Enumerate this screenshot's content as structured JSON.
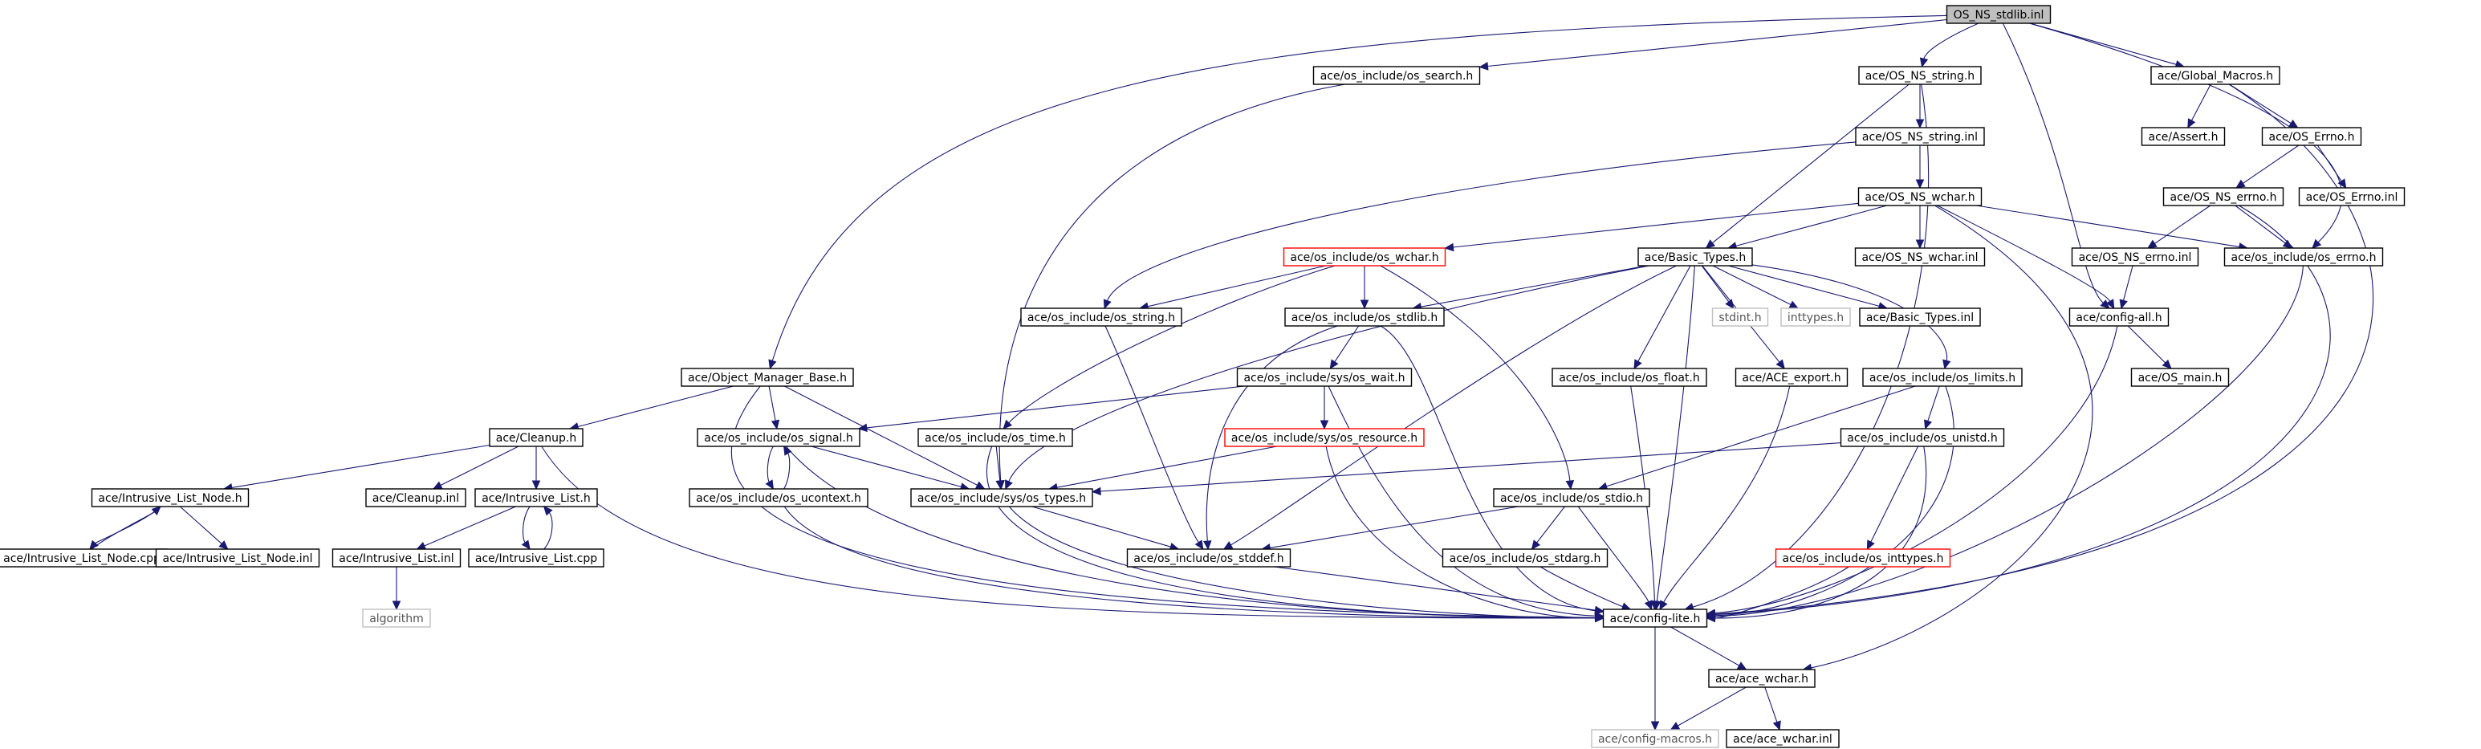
{
  "diagram": {
    "type": "include-dependency-graph",
    "colors": {
      "edge": "#191970",
      "node_border": "#000000",
      "root_fill": "#bfbfbf",
      "node_fill": "#ffffff",
      "truncated_border": "#ff0000",
      "missing_border": "#bfbfbf"
    },
    "nodes": [
      {
        "id": "root",
        "label": "OS_NS_stdlib.inl",
        "kind": "root"
      },
      {
        "id": "os_search",
        "label": "ace/os_include/os_search.h",
        "kind": "normal"
      },
      {
        "id": "OS_NS_string_h",
        "label": "ace/OS_NS_string.h",
        "kind": "normal"
      },
      {
        "id": "Global_Macros",
        "label": "ace/Global_Macros.h",
        "kind": "normal"
      },
      {
        "id": "OS_NS_string_inl",
        "label": "ace/OS_NS_string.inl",
        "kind": "normal"
      },
      {
        "id": "Assert",
        "label": "ace/Assert.h",
        "kind": "normal"
      },
      {
        "id": "OS_Errno_h",
        "label": "ace/OS_Errno.h",
        "kind": "normal"
      },
      {
        "id": "OS_NS_wchar_h",
        "label": "ace/OS_NS_wchar.h",
        "kind": "normal"
      },
      {
        "id": "OS_NS_errno_h",
        "label": "ace/OS_NS_errno.h",
        "kind": "normal"
      },
      {
        "id": "OS_Errno_inl",
        "label": "ace/OS_Errno.inl",
        "kind": "normal"
      },
      {
        "id": "os_wchar",
        "label": "ace/os_include/os_wchar.h",
        "kind": "truncated"
      },
      {
        "id": "Basic_Types_h",
        "label": "ace/Basic_Types.h",
        "kind": "normal"
      },
      {
        "id": "OS_NS_wchar_inl",
        "label": "ace/OS_NS_wchar.inl",
        "kind": "normal"
      },
      {
        "id": "OS_NS_errno_inl",
        "label": "ace/OS_NS_errno.inl",
        "kind": "normal"
      },
      {
        "id": "os_errno",
        "label": "ace/os_include/os_errno.h",
        "kind": "normal"
      },
      {
        "id": "os_string",
        "label": "ace/os_include/os_string.h",
        "kind": "normal"
      },
      {
        "id": "os_stdlib",
        "label": "ace/os_include/os_stdlib.h",
        "kind": "normal"
      },
      {
        "id": "stdint",
        "label": "stdint.h",
        "kind": "missing"
      },
      {
        "id": "inttypes",
        "label": "inttypes.h",
        "kind": "missing"
      },
      {
        "id": "Basic_Types_inl",
        "label": "ace/Basic_Types.inl",
        "kind": "normal"
      },
      {
        "id": "config_all",
        "label": "ace/config-all.h",
        "kind": "normal"
      },
      {
        "id": "Object_Manager_Base",
        "label": "ace/Object_Manager_Base.h",
        "kind": "normal"
      },
      {
        "id": "os_wait",
        "label": "ace/os_include/sys/os_wait.h",
        "kind": "normal"
      },
      {
        "id": "os_float",
        "label": "ace/os_include/os_float.h",
        "kind": "normal"
      },
      {
        "id": "ACE_export",
        "label": "ace/ACE_export.h",
        "kind": "normal"
      },
      {
        "id": "os_limits",
        "label": "ace/os_include/os_limits.h",
        "kind": "normal"
      },
      {
        "id": "OS_main",
        "label": "ace/OS_main.h",
        "kind": "normal"
      },
      {
        "id": "Cleanup_h",
        "label": "ace/Cleanup.h",
        "kind": "normal"
      },
      {
        "id": "os_signal",
        "label": "ace/os_include/os_signal.h",
        "kind": "normal"
      },
      {
        "id": "os_time",
        "label": "ace/os_include/os_time.h",
        "kind": "normal"
      },
      {
        "id": "os_resource",
        "label": "ace/os_include/sys/os_resource.h",
        "kind": "truncated"
      },
      {
        "id": "os_unistd",
        "label": "ace/os_include/os_unistd.h",
        "kind": "normal"
      },
      {
        "id": "Intrusive_List_Node_h",
        "label": "ace/Intrusive_List_Node.h",
        "kind": "normal"
      },
      {
        "id": "Cleanup_inl",
        "label": "ace/Cleanup.inl",
        "kind": "normal"
      },
      {
        "id": "Intrusive_List_h",
        "label": "ace/Intrusive_List.h",
        "kind": "normal"
      },
      {
        "id": "os_types",
        "label": "ace/os_include/sys/os_types.h",
        "kind": "normal"
      },
      {
        "id": "os_ucontext",
        "label": "ace/os_include/os_ucontext.h",
        "kind": "normal"
      },
      {
        "id": "os_stdio",
        "label": "ace/os_include/os_stdio.h",
        "kind": "normal"
      },
      {
        "id": "Intrusive_List_Node_cpp",
        "label": "ace/Intrusive_List_Node.cpp",
        "kind": "normal"
      },
      {
        "id": "Intrusive_List_Node_inl",
        "label": "ace/Intrusive_List_Node.inl",
        "kind": "normal"
      },
      {
        "id": "Intrusive_List_inl",
        "label": "ace/Intrusive_List.inl",
        "kind": "normal"
      },
      {
        "id": "Intrusive_List_cpp",
        "label": "ace/Intrusive_List.cpp",
        "kind": "normal"
      },
      {
        "id": "os_stddef",
        "label": "ace/os_include/os_stddef.h",
        "kind": "normal"
      },
      {
        "id": "os_stdarg",
        "label": "ace/os_include/os_stdarg.h",
        "kind": "normal"
      },
      {
        "id": "os_inttypes",
        "label": "ace/os_include/os_inttypes.h",
        "kind": "truncated"
      },
      {
        "id": "algorithm",
        "label": "algorithm",
        "kind": "missing"
      },
      {
        "id": "config_lite",
        "label": "ace/config-lite.h",
        "kind": "normal"
      },
      {
        "id": "ace_wchar_h",
        "label": "ace/ace_wchar.h",
        "kind": "normal"
      },
      {
        "id": "config_macros",
        "label": "ace/config-macros.h",
        "kind": "missing"
      },
      {
        "id": "ace_wchar_inl",
        "label": "ace/ace_wchar.inl",
        "kind": "normal"
      }
    ],
    "edges": [
      [
        "root",
        "os_search"
      ],
      [
        "root",
        "OS_NS_string_h"
      ],
      [
        "root",
        "Global_Macros"
      ],
      [
        "root",
        "Object_Manager_Base"
      ],
      [
        "root",
        "config_all"
      ],
      [
        "root",
        "os_errno"
      ],
      [
        "OS_NS_string_h",
        "OS_NS_string_inl"
      ],
      [
        "OS_NS_string_h",
        "Basic_Types_h"
      ],
      [
        "OS_NS_string_h",
        "config_lite"
      ],
      [
        "Global_Macros",
        "Assert"
      ],
      [
        "Global_Macros",
        "OS_Errno_h"
      ],
      [
        "Global_Macros",
        "config_lite"
      ],
      [
        "OS_Errno_h",
        "OS_NS_errno_h"
      ],
      [
        "OS_Errno_h",
        "OS_Errno_inl"
      ],
      [
        "OS_NS_errno_h",
        "OS_NS_errno_inl"
      ],
      [
        "OS_NS_errno_h",
        "os_errno"
      ],
      [
        "OS_NS_errno_h",
        "config_lite"
      ],
      [
        "OS_NS_errno_inl",
        "config_all"
      ],
      [
        "OS_NS_string_inl",
        "OS_NS_wchar_h"
      ],
      [
        "OS_NS_string_inl",
        "os_string"
      ],
      [
        "OS_NS_wchar_h",
        "os_wchar"
      ],
      [
        "OS_NS_wchar_h",
        "Basic_Types_h"
      ],
      [
        "OS_NS_wchar_h",
        "OS_NS_wchar_inl"
      ],
      [
        "OS_NS_wchar_h",
        "os_errno"
      ],
      [
        "OS_NS_wchar_h",
        "config_all"
      ],
      [
        "OS_NS_wchar_h",
        "ace_wchar_h"
      ],
      [
        "os_wchar",
        "os_string"
      ],
      [
        "os_wchar",
        "os_stdlib"
      ],
      [
        "os_wchar",
        "os_stdio"
      ],
      [
        "os_wchar",
        "os_time"
      ],
      [
        "Basic_Types_h",
        "os_stdlib"
      ],
      [
        "Basic_Types_h",
        "os_types"
      ],
      [
        "Basic_Types_h",
        "os_stddef"
      ],
      [
        "Basic_Types_h",
        "os_float"
      ],
      [
        "Basic_Types_h",
        "config_lite"
      ],
      [
        "Basic_Types_h",
        "stdint"
      ],
      [
        "Basic_Types_h",
        "inttypes"
      ],
      [
        "Basic_Types_h",
        "Basic_Types_inl"
      ],
      [
        "Basic_Types_h",
        "ACE_export"
      ],
      [
        "Basic_Types_h",
        "os_limits"
      ],
      [
        "config_all",
        "config_lite"
      ],
      [
        "config_all",
        "OS_main"
      ],
      [
        "os_errno",
        "config_lite"
      ],
      [
        "os_search",
        "os_types"
      ],
      [
        "os_string",
        "os_stddef"
      ],
      [
        "os_stdlib",
        "os_wait"
      ],
      [
        "os_stdlib",
        "os_stddef"
      ],
      [
        "os_stdlib",
        "config_lite"
      ],
      [
        "os_wait",
        "os_signal"
      ],
      [
        "os_wait",
        "os_resource"
      ],
      [
        "os_wait",
        "config_lite"
      ],
      [
        "Object_Manager_Base",
        "Cleanup_h"
      ],
      [
        "Object_Manager_Base",
        "os_signal"
      ],
      [
        "Object_Manager_Base",
        "os_types"
      ],
      [
        "Object_Manager_Base",
        "config_lite"
      ],
      [
        "Cleanup_h",
        "Intrusive_List_Node_h"
      ],
      [
        "Cleanup_h",
        "Cleanup_inl"
      ],
      [
        "Cleanup_h",
        "Intrusive_List_h"
      ],
      [
        "Cleanup_h",
        "config_lite"
      ],
      [
        "Intrusive_List_Node_h",
        "Intrusive_List_Node_cpp"
      ],
      [
        "Intrusive_List_Node_h",
        "Intrusive_List_Node_inl"
      ],
      [
        "Intrusive_List_Node_cpp",
        "Intrusive_List_Node_h"
      ],
      [
        "Intrusive_List_h",
        "Intrusive_List_inl"
      ],
      [
        "Intrusive_List_h",
        "Intrusive_List_cpp"
      ],
      [
        "Intrusive_List_cpp",
        "Intrusive_List_h"
      ],
      [
        "Intrusive_List_inl",
        "algorithm"
      ],
      [
        "os_signal",
        "os_ucontext"
      ],
      [
        "os_signal",
        "os_types"
      ],
      [
        "os_signal",
        "config_lite"
      ],
      [
        "os_ucontext",
        "os_signal"
      ],
      [
        "os_ucontext",
        "config_lite"
      ],
      [
        "os_time",
        "os_types"
      ],
      [
        "os_time",
        "config_lite"
      ],
      [
        "os_resource",
        "os_types"
      ],
      [
        "os_resource",
        "config_lite"
      ],
      [
        "os_types",
        "os_stddef"
      ],
      [
        "os_types",
        "config_lite"
      ],
      [
        "os_stddef",
        "config_lite"
      ],
      [
        "os_float",
        "config_lite"
      ],
      [
        "ACE_export",
        "config_lite"
      ],
      [
        "os_limits",
        "os_unistd"
      ],
      [
        "os_limits",
        "os_stdio"
      ],
      [
        "os_limits",
        "config_lite"
      ],
      [
        "os_unistd",
        "os_types"
      ],
      [
        "os_unistd",
        "os_inttypes"
      ],
      [
        "os_unistd",
        "config_lite"
      ],
      [
        "os_inttypes",
        "config_lite"
      ],
      [
        "os_stdio",
        "os_stddef"
      ],
      [
        "os_stdio",
        "os_stdarg"
      ],
      [
        "os_stdio",
        "config_lite"
      ],
      [
        "os_stdarg",
        "config_lite"
      ],
      [
        "config_lite",
        "ace_wchar_h"
      ],
      [
        "config_lite",
        "config_macros"
      ],
      [
        "ace_wchar_h",
        "config_macros"
      ],
      [
        "ace_wchar_h",
        "ace_wchar_inl"
      ]
    ]
  }
}
